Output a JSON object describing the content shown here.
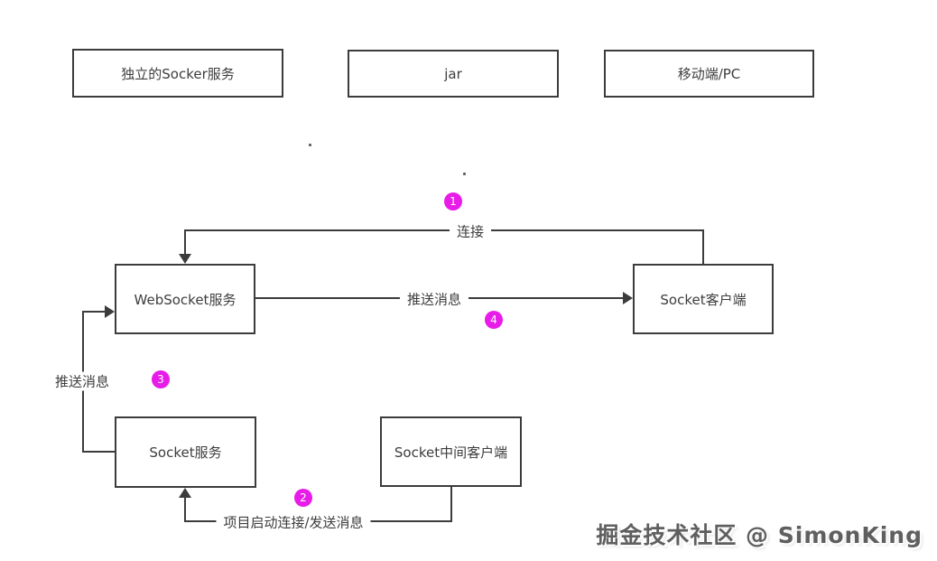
{
  "diagram": {
    "legend_boxes": [
      {
        "label": "独立的Socker服务"
      },
      {
        "label": "jar"
      },
      {
        "label": "移动端/PC"
      }
    ],
    "nodes": {
      "websocket_server": {
        "label": "WebSocket服务"
      },
      "socket_client": {
        "label": "Socket客户端"
      },
      "socket_server": {
        "label": "Socket服务"
      },
      "socket_middle_client": {
        "label": "Socket中间客户端"
      }
    },
    "edge_labels": {
      "connect": "连接",
      "push_message_top": "推送消息",
      "push_message_left": "推送消息",
      "project_start": "项目启动连接/发送消息"
    },
    "step_badges": [
      {
        "number": "1"
      },
      {
        "number": "2"
      },
      {
        "number": "3"
      },
      {
        "number": "4"
      }
    ],
    "colors": {
      "badge": "#e81ce8",
      "line": "#3c3c3c",
      "text": "#3d3d3d"
    }
  },
  "watermark": {
    "text": "掘金技术社区 @ SimonKing"
  }
}
